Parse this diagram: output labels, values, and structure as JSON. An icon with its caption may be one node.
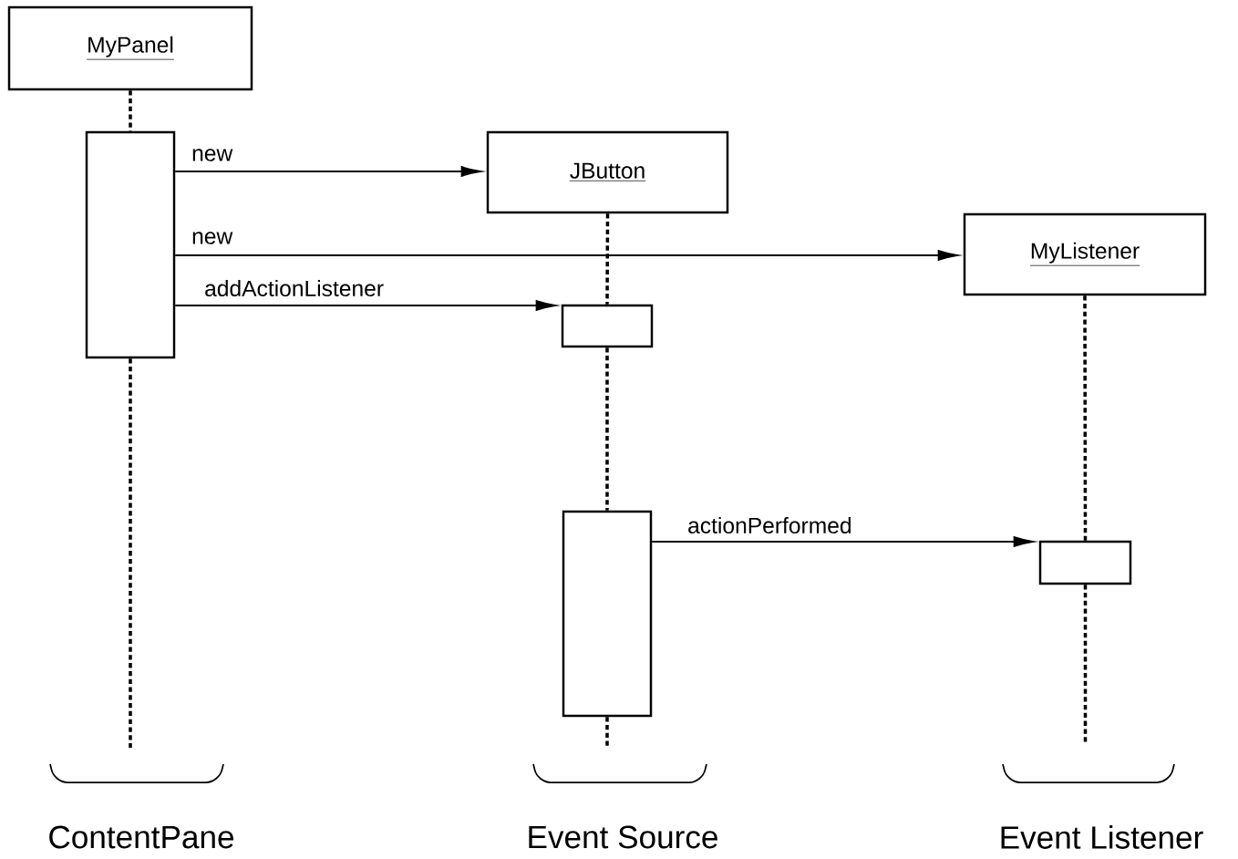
{
  "diagram": {
    "nodes": [
      {
        "text": [
          "MyPanel"
        ]
      },
      {
        "text": [],
        "shape": "bar"
      },
      {
        "text": [
          "JButton"
        ]
      },
      {
        "text": [
          "MyListener"
        ]
      },
      {
        "text": [],
        "shape": "bar"
      },
      {
        "text": [],
        "shape": "bar"
      },
      {
        "text": [],
        "shape": "bar"
      }
    ],
    "edges": [
      {
        "from": 0,
        "to": 1,
        "arrow": "none",
        "style": "dashed"
      },
      {
        "from": 1,
        "to": null,
        "arrow": "none",
        "style": "dashed"
      },
      {
        "from": 2,
        "to": 4,
        "arrow": "none",
        "style": "dashed"
      },
      {
        "from": 4,
        "to": 5,
        "arrow": "none",
        "style": "dashed"
      },
      {
        "from": 5,
        "to": null,
        "arrow": "none",
        "style": "dashed"
      },
      {
        "from": 3,
        "to": 6,
        "arrow": "none",
        "style": "dashed"
      },
      {
        "from": 6,
        "to": null,
        "arrow": "none",
        "style": "dashed"
      },
      {
        "from": 1,
        "to": 2,
        "arrow": "to",
        "label": "new"
      },
      {
        "from": 1,
        "to": 3,
        "arrow": "to",
        "label": "new"
      },
      {
        "from": 1,
        "to": 4,
        "arrow": "to",
        "label": "addActionListener"
      },
      {
        "from": 5,
        "to": 6,
        "arrow": "to",
        "label": "actionPerformed"
      }
    ],
    "labels": [
      "ContentPane",
      "Event Source",
      "Event Listener"
    ]
  }
}
